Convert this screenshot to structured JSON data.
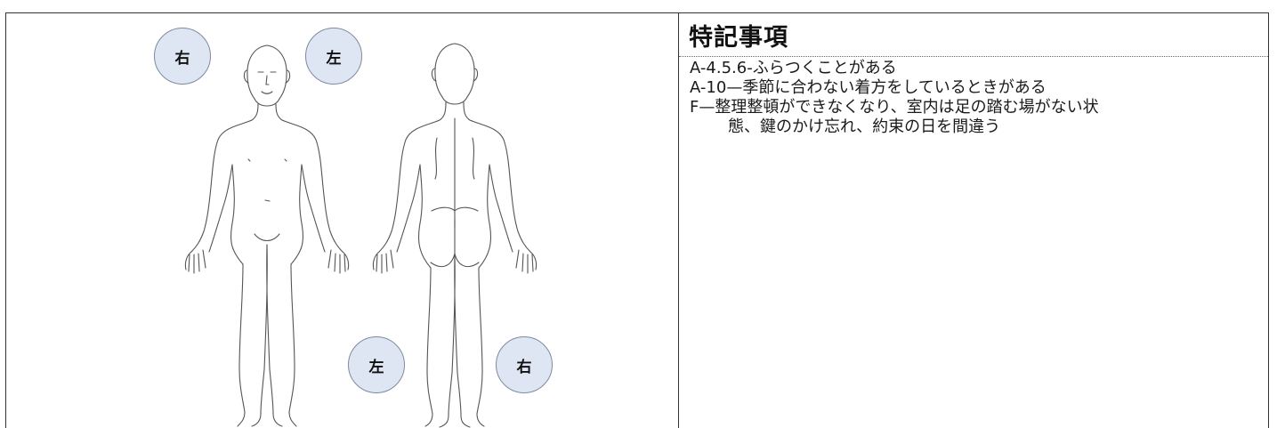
{
  "figure": {
    "front_labels": {
      "right": "右",
      "left": "左"
    },
    "back_labels": {
      "left": "左",
      "right": "右"
    }
  },
  "notes": {
    "title": "特記事項",
    "lines": [
      "A-4.5.6-ふらつくことがある",
      "A-10—季節に合わない着方をしているときがある",
      "F—整理整頓ができなくなり、室内は足の踏む場がない状",
      "態、鍵のかけ忘れ、約束の日を間違う"
    ]
  },
  "colors": {
    "badge_fill": "#dfe6f3",
    "badge_border": "#7f8aa1",
    "outline": "#555555"
  }
}
